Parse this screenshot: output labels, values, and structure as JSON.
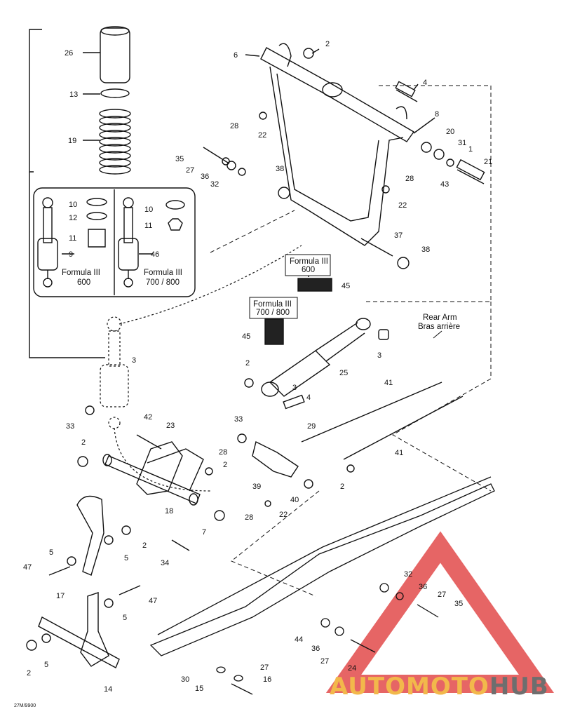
{
  "diagram": {
    "drawing_code": "27M/9900",
    "inset": {
      "left_variant": "Formula III\n600",
      "right_variant": "Formula III\n700 / 800"
    },
    "tag_600": "Formula III\n600",
    "tag_700_800": "Formula III\n700 / 800",
    "rear_arm_en": "Rear Arm",
    "rear_arm_fr": "Bras arrière",
    "watermark": {
      "part1": "AUTO",
      "part2": "MOTO",
      "part3": "HUB",
      "color1": "#f2b84b",
      "color2": "#f2b84b",
      "color3": "#6e6e6e",
      "triangle_color": "#e24a4a"
    },
    "callouts": [
      "26",
      "13",
      "19",
      "10",
      "12",
      "11",
      "9",
      "10",
      "11",
      "46",
      "3",
      "33",
      "2",
      "6",
      "2",
      "4",
      "8",
      "20",
      "31",
      "1",
      "21",
      "43",
      "28",
      "22",
      "35",
      "27",
      "36",
      "32",
      "38",
      "28",
      "22",
      "37",
      "38",
      "45",
      "45",
      "25",
      "3",
      "3",
      "2",
      "4",
      "41",
      "41",
      "29",
      "2",
      "42",
      "23",
      "28",
      "2",
      "33",
      "39",
      "40",
      "28",
      "22",
      "18",
      "7",
      "34",
      "5",
      "2",
      "5",
      "47",
      "17",
      "47",
      "5",
      "5",
      "2",
      "14",
      "32",
      "36",
      "27",
      "35",
      "44",
      "36",
      "27",
      "24",
      "30",
      "15",
      "27",
      "16"
    ]
  }
}
